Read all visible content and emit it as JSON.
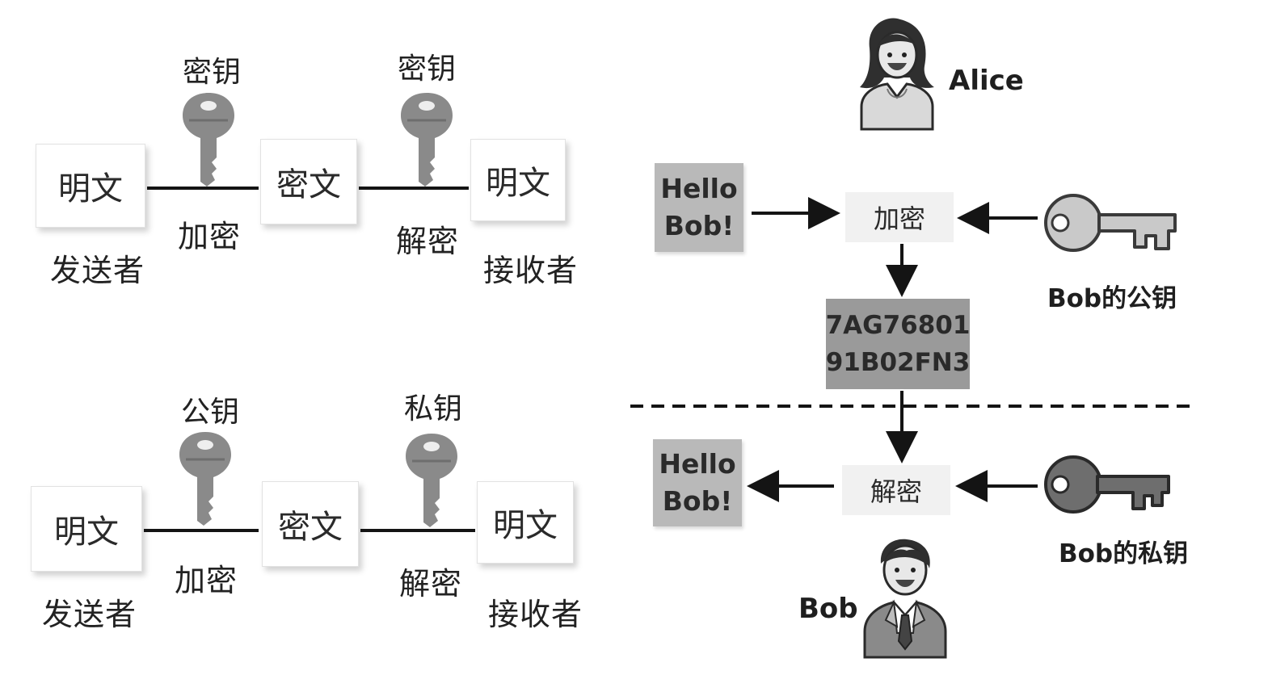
{
  "symmetric": {
    "plaintext_left": "明文",
    "ciphertext": "密文",
    "plaintext_right": "明文",
    "key_left_label": "密钥",
    "key_right_label": "密钥",
    "encrypt_label": "加密",
    "decrypt_label": "解密",
    "sender_label": "发送者",
    "receiver_label": "接收者"
  },
  "asymmetric": {
    "plaintext_left": "明文",
    "ciphertext": "密文",
    "plaintext_right": "明文",
    "key_left_label": "公钥",
    "key_right_label": "私钥",
    "encrypt_label": "加密",
    "decrypt_label": "解密",
    "sender_label": "发送者",
    "receiver_label": "接收者"
  },
  "flow": {
    "alice_name": "Alice",
    "bob_name": "Bob",
    "message_top": [
      "Hello",
      "Bob!"
    ],
    "message_bottom": [
      "Hello",
      "Bob!"
    ],
    "encrypt_op": "加密",
    "decrypt_op": "解密",
    "cipher_text": [
      "7AG76801",
      "91B02FN3"
    ],
    "public_key_label": "Bob的公钥",
    "private_key_label": "Bob的私钥"
  },
  "colors": {
    "key_gray": "#8a8a8a",
    "key_light": "#c9c9c9",
    "key_dark": "#6e6e6e",
    "line": "#141414"
  }
}
